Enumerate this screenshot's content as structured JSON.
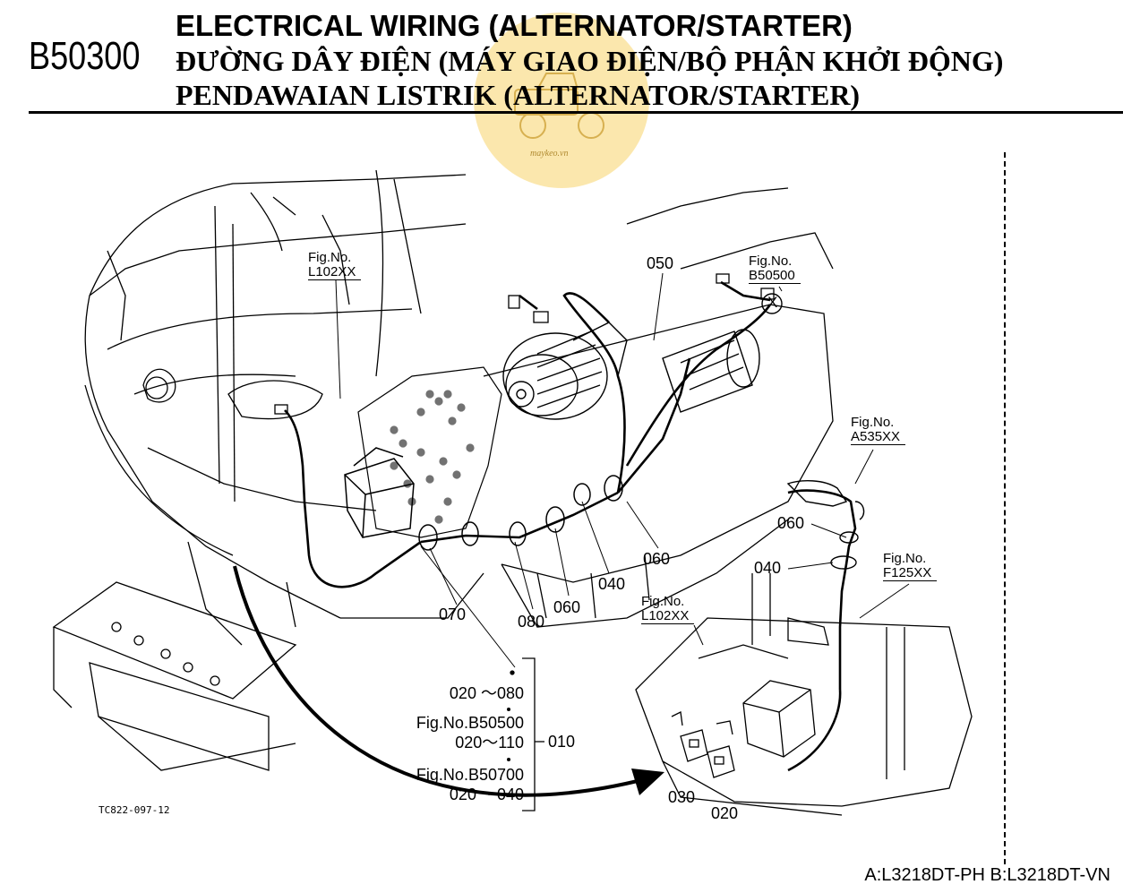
{
  "header": {
    "code": "B50300",
    "title_en": "ELECTRICAL WIRING (ALTERNATOR/STARTER)",
    "title_vi": "ĐƯỜNG DÂY ĐIỆN (MÁY GIAO ĐIỆN/BỘ PHẬN KHỞI ĐỘNG)",
    "title_id": "PENDAWAIAN LISTRIK (ALTERNATOR/STARTER)"
  },
  "watermark": {
    "text": "maykeo.vn",
    "color": "#f7d36a"
  },
  "fig_refs": {
    "l102_top": {
      "label": "Fig.No.",
      "code": "L102XX"
    },
    "b50500": {
      "label": "Fig.No.",
      "code": "B50500"
    },
    "a535": {
      "label": "Fig.No.",
      "code": "A535XX"
    },
    "f125": {
      "label": "Fig.No.",
      "code": "F125XX"
    },
    "l102_bottom": {
      "label": "Fig.No.",
      "code": "L102XX"
    }
  },
  "callout_x": "X",
  "parts": {
    "p050": "050",
    "p060_right": "060",
    "p040_mid": "040",
    "p060_mid": "060",
    "p080": "080",
    "p070": "070",
    "p060_inset": "060",
    "p040_inset": "040",
    "p030": "030",
    "p020": "020"
  },
  "bracket": {
    "line1": "020 ～080",
    "line2": "Fig.No.B50500",
    "line3": "020～110",
    "line4": "Fig.No.B50700",
    "line5": "020 ・040",
    "group": "010"
  },
  "drawing_code": "TC822-097-12",
  "footer": "A:L3218DT-PH B:L3218DT-VN"
}
